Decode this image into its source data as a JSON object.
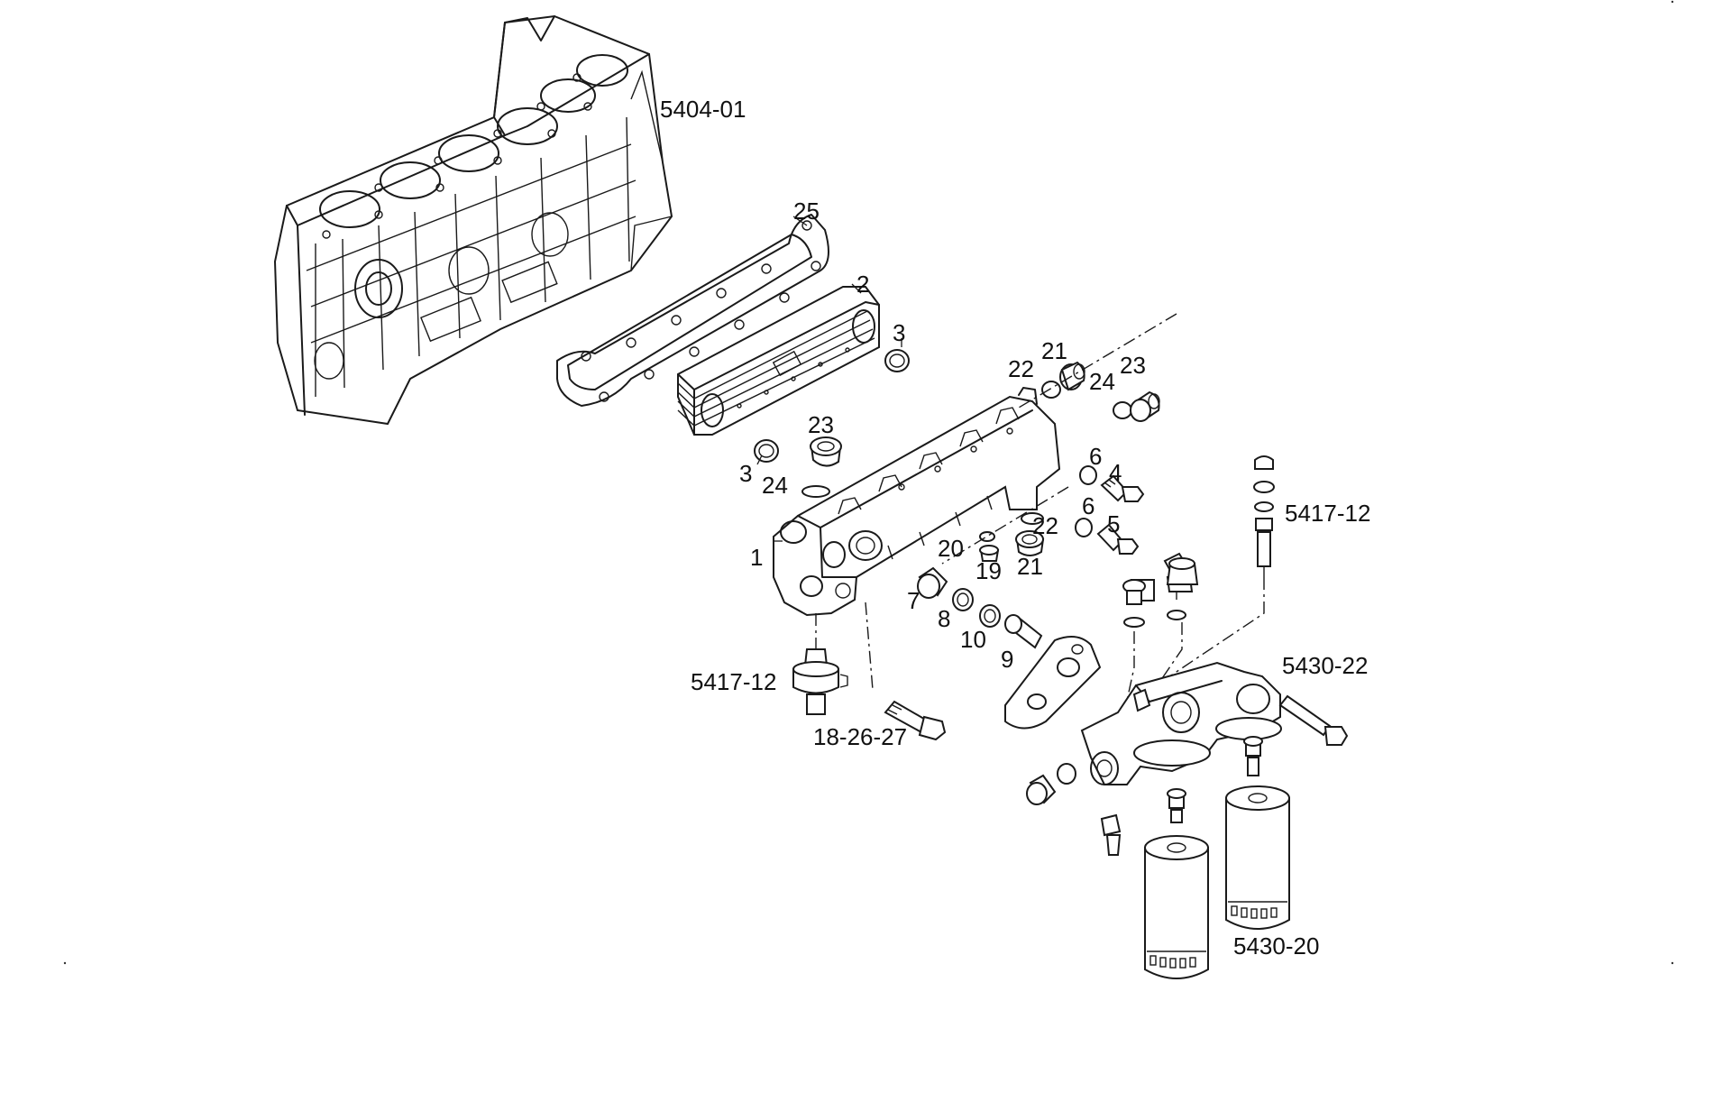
{
  "diagram": {
    "labels": [
      {
        "id": "l-5404-01",
        "text": "5404-01"
      },
      {
        "id": "l-25",
        "text": "25"
      },
      {
        "id": "l-2",
        "text": "2"
      },
      {
        "id": "l-3a",
        "text": "3"
      },
      {
        "id": "l-3b",
        "text": "3"
      },
      {
        "id": "l-21a",
        "text": "21"
      },
      {
        "id": "l-22a",
        "text": "22"
      },
      {
        "id": "l-24a",
        "text": "24"
      },
      {
        "id": "l-23a",
        "text": "23"
      },
      {
        "id": "l-23b",
        "text": "23"
      },
      {
        "id": "l-24b",
        "text": "24"
      },
      {
        "id": "l-6a",
        "text": "6"
      },
      {
        "id": "l-4",
        "text": "4"
      },
      {
        "id": "l-6b",
        "text": "6"
      },
      {
        "id": "l-5",
        "text": "5"
      },
      {
        "id": "l-22b",
        "text": "22"
      },
      {
        "id": "l-20",
        "text": "20"
      },
      {
        "id": "l-19",
        "text": "19"
      },
      {
        "id": "l-21b",
        "text": "21"
      },
      {
        "id": "l-1",
        "text": "1"
      },
      {
        "id": "l-7",
        "text": "7"
      },
      {
        "id": "l-8",
        "text": "8"
      },
      {
        "id": "l-10",
        "text": "10"
      },
      {
        "id": "l-9",
        "text": "9"
      },
      {
        "id": "l-5417-12a",
        "text": "5417-12"
      },
      {
        "id": "l-5417-12b",
        "text": "5417-12"
      },
      {
        "id": "l-5430-22",
        "text": "5430-22"
      },
      {
        "id": "l-18-26-27",
        "text": "18-26-27"
      },
      {
        "id": "l-5430-20",
        "text": "5430-20"
      }
    ]
  }
}
